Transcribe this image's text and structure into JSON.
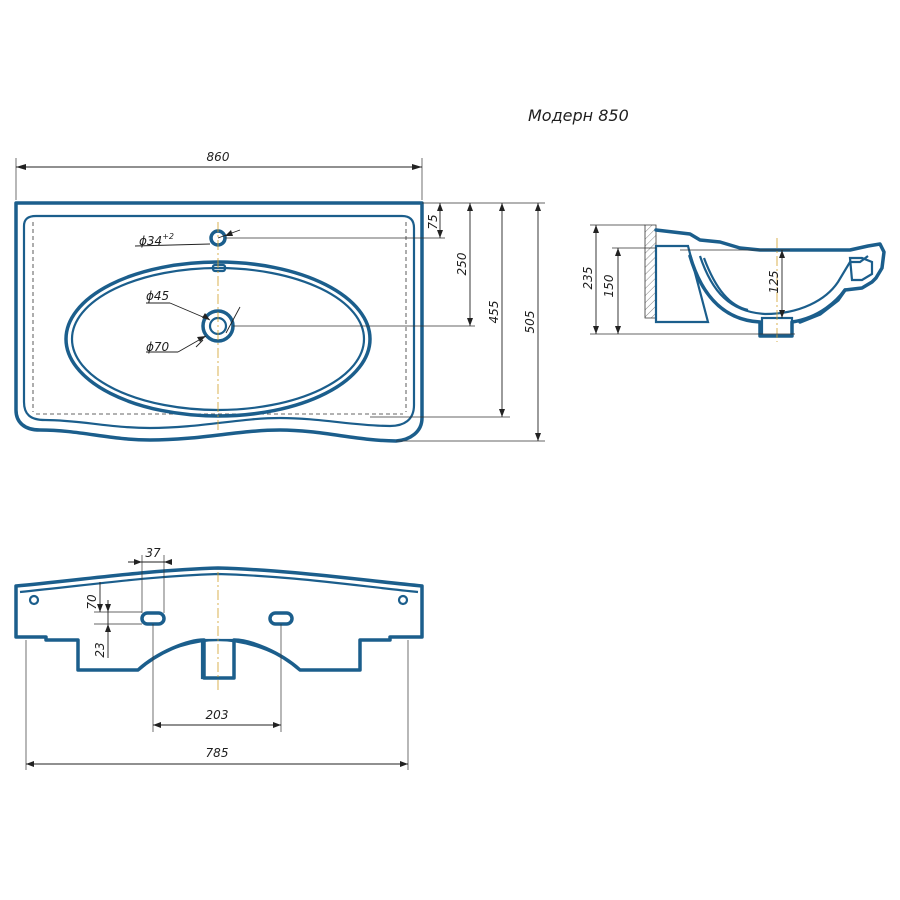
{
  "title": "Модерн 850",
  "top_view": {
    "width": "860",
    "tap_hole": "ϕ34",
    "tap_hole_tol": "+2",
    "drain_inner": "ϕ45",
    "drain_outer": "ϕ70",
    "depth_75": "75",
    "depth_250": "250",
    "depth_455": "455",
    "depth_505": "505"
  },
  "side_view": {
    "height_235": "235",
    "height_150": "150",
    "depth_125": "125"
  },
  "rear_view": {
    "slot_width": "37",
    "slot_height": "70",
    "slot_offset": "23",
    "slot_spacing": "203",
    "mount_width": "785"
  }
}
